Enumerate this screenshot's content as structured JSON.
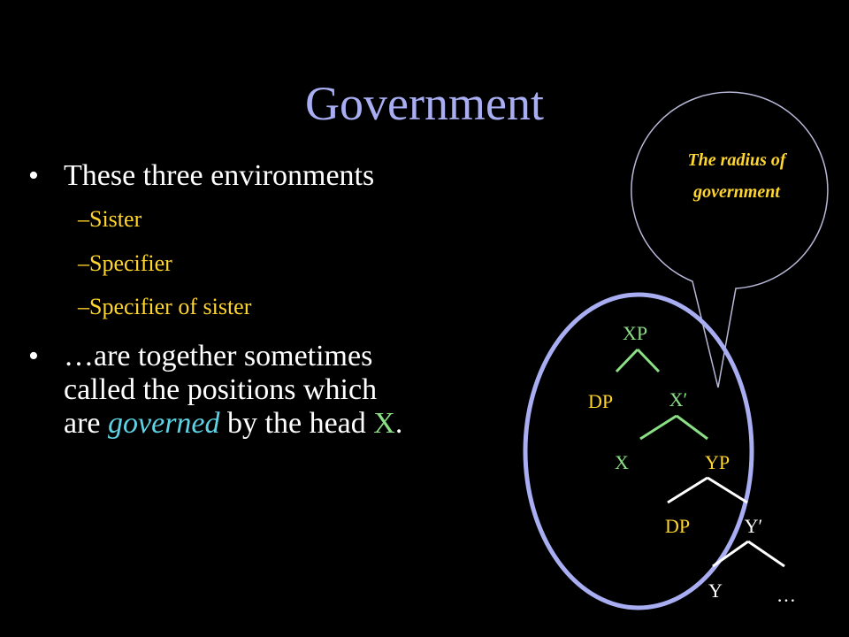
{
  "title": "Government",
  "bullets": {
    "b1": "These three environments",
    "sub": [
      "Sister",
      "Specifier",
      "Specifier of sister"
    ],
    "b2_line1": "…are together sometimes",
    "b2_line2": "called the positions which",
    "b2_line3_pre": "are ",
    "b2_line3_governed": "governed",
    "b2_line3_mid": " by the head ",
    "b2_line3_x": "X",
    "b2_line3_end": "."
  },
  "bullet_symbol": "•",
  "dash_symbol": "–",
  "bubble": {
    "line1": "The radius of",
    "line2": "government"
  },
  "tree": {
    "xp": "XP",
    "dp1": "DP",
    "xbar": "X′",
    "x": "X",
    "yp": "YP",
    "dp2": "DP",
    "ybar": "Y′",
    "y": "Y",
    "ellipsis": "…"
  },
  "colors": {
    "background": "#000000",
    "title": "#a9aef3",
    "bullet_text": "#ffffff",
    "sub_text": "#ffd52e",
    "governed_text": "#5fd3e6",
    "tree_green": "#8be086",
    "tree_white": "#ffffff",
    "circle": "#a9aef3",
    "bubble_stroke": "#b8b8d8"
  }
}
